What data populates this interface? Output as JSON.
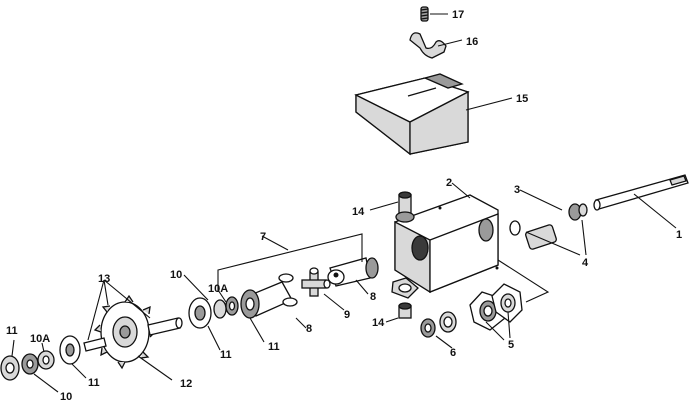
{
  "callouts": [
    {
      "id": "c17",
      "text": "17"
    },
    {
      "id": "c16",
      "text": "16"
    },
    {
      "id": "c15",
      "text": "15"
    },
    {
      "id": "c2",
      "text": "2"
    },
    {
      "id": "c3",
      "text": "3"
    },
    {
      "id": "c1",
      "text": "1"
    },
    {
      "id": "c14a",
      "text": "14"
    },
    {
      "id": "c14b",
      "text": "14"
    },
    {
      "id": "c4",
      "text": "4"
    },
    {
      "id": "c7",
      "text": "7"
    },
    {
      "id": "c13",
      "text": "13"
    },
    {
      "id": "c10a",
      "text": "10"
    },
    {
      "id": "c10Aa",
      "text": "10A"
    },
    {
      "id": "c8a",
      "text": "8"
    },
    {
      "id": "c8b",
      "text": "8"
    },
    {
      "id": "c9",
      "text": "9"
    },
    {
      "id": "c11a",
      "text": "11"
    },
    {
      "id": "c11b",
      "text": "11"
    },
    {
      "id": "c11c",
      "text": "11"
    },
    {
      "id": "c11d",
      "text": "11"
    },
    {
      "id": "c10Ab",
      "text": "10A"
    },
    {
      "id": "c10b",
      "text": "10"
    },
    {
      "id": "c12",
      "text": "12"
    },
    {
      "id": "c6",
      "text": "6"
    },
    {
      "id": "c5",
      "text": "5"
    }
  ]
}
